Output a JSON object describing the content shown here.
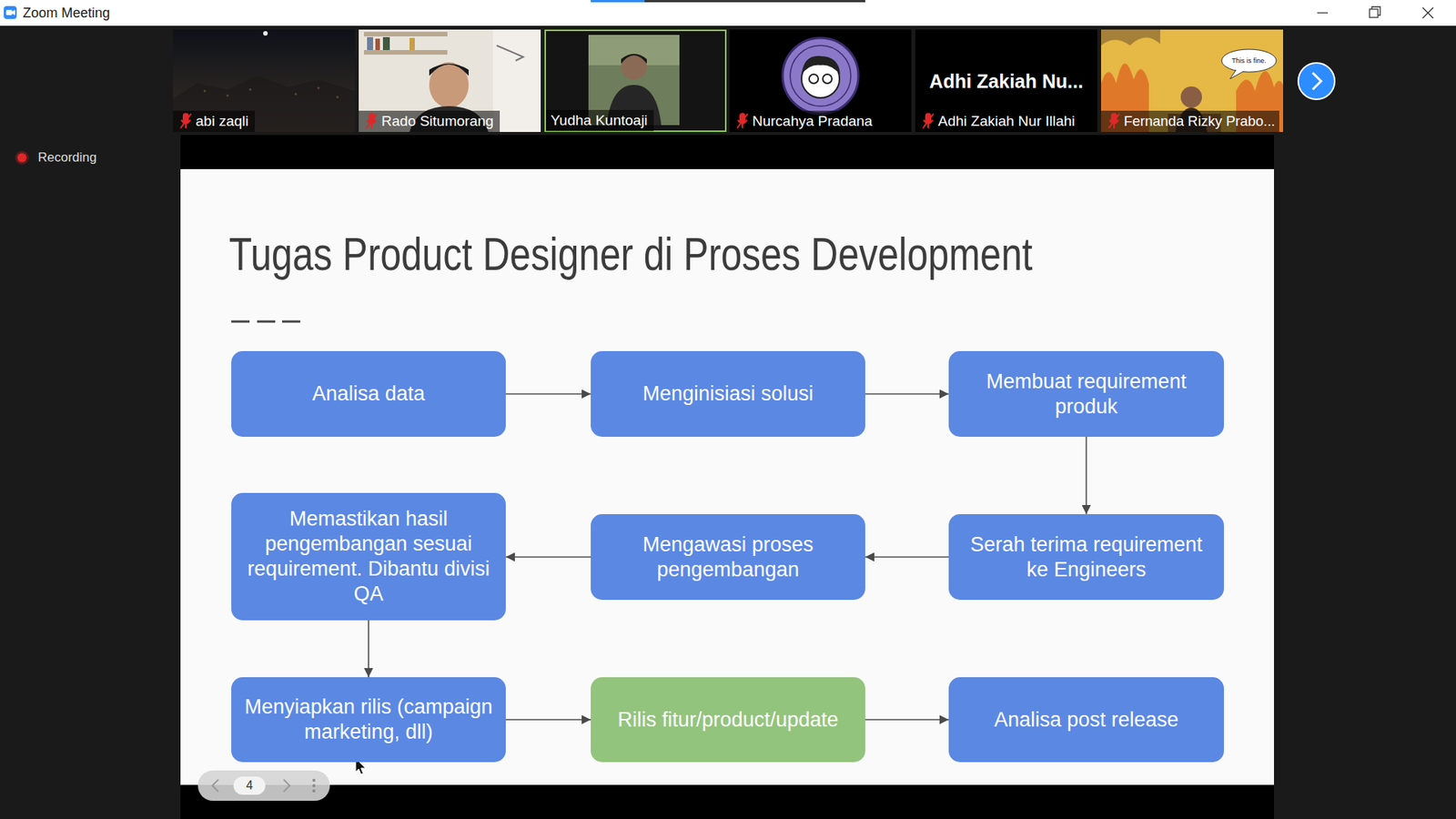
{
  "diagram": {
    "title": "Tugas Product Designer di Proses Development",
    "nodes": [
      {
        "text": [
          "Analisa data"
        ]
      },
      {
        "text": [
          "Menginisiasi solusi"
        ]
      },
      {
        "text": [
          "Membuat requirement produk"
        ]
      },
      {
        "text": [
          "Serah terima requirement ke Engineers"
        ]
      },
      {
        "text": [
          "Mengawasi proses pengembangan"
        ]
      },
      {
        "text": [
          "Memastikan hasil pengembangan sesuai requirement. Dibantu divisi QA"
        ]
      },
      {
        "text": [
          "Menyiapkan rilis (campaign marketing, dll)"
        ]
      },
      {
        "text": [
          "Rilis fitur/product/update"
        ]
      },
      {
        "text": [
          "Analisa post release"
        ]
      }
    ],
    "edges": [
      {
        "from": 0,
        "to": 1,
        "arrow": "to"
      },
      {
        "from": 1,
        "to": 2,
        "arrow": "to"
      },
      {
        "from": 2,
        "to": 3,
        "arrow": "to"
      },
      {
        "from": 3,
        "to": 4,
        "arrow": "to"
      },
      {
        "from": 4,
        "to": 5,
        "arrow": "to"
      },
      {
        "from": 5,
        "to": 6,
        "arrow": "to"
      },
      {
        "from": 6,
        "to": 7,
        "arrow": "to"
      },
      {
        "from": 7,
        "to": 8,
        "arrow": "to"
      }
    ],
    "labels": [
      "Zoom Meeting",
      "abi zaqli",
      "Rado Situmorang",
      "Yudha Kuntoaji",
      "Nurcahya Pradana",
      "Adhi Zakiah Nu...",
      "Adhi Zakiah Nur Illahi",
      "This is fine.",
      "Fernanda Rizky Prabo...",
      "Recording",
      "4"
    ]
  }
}
